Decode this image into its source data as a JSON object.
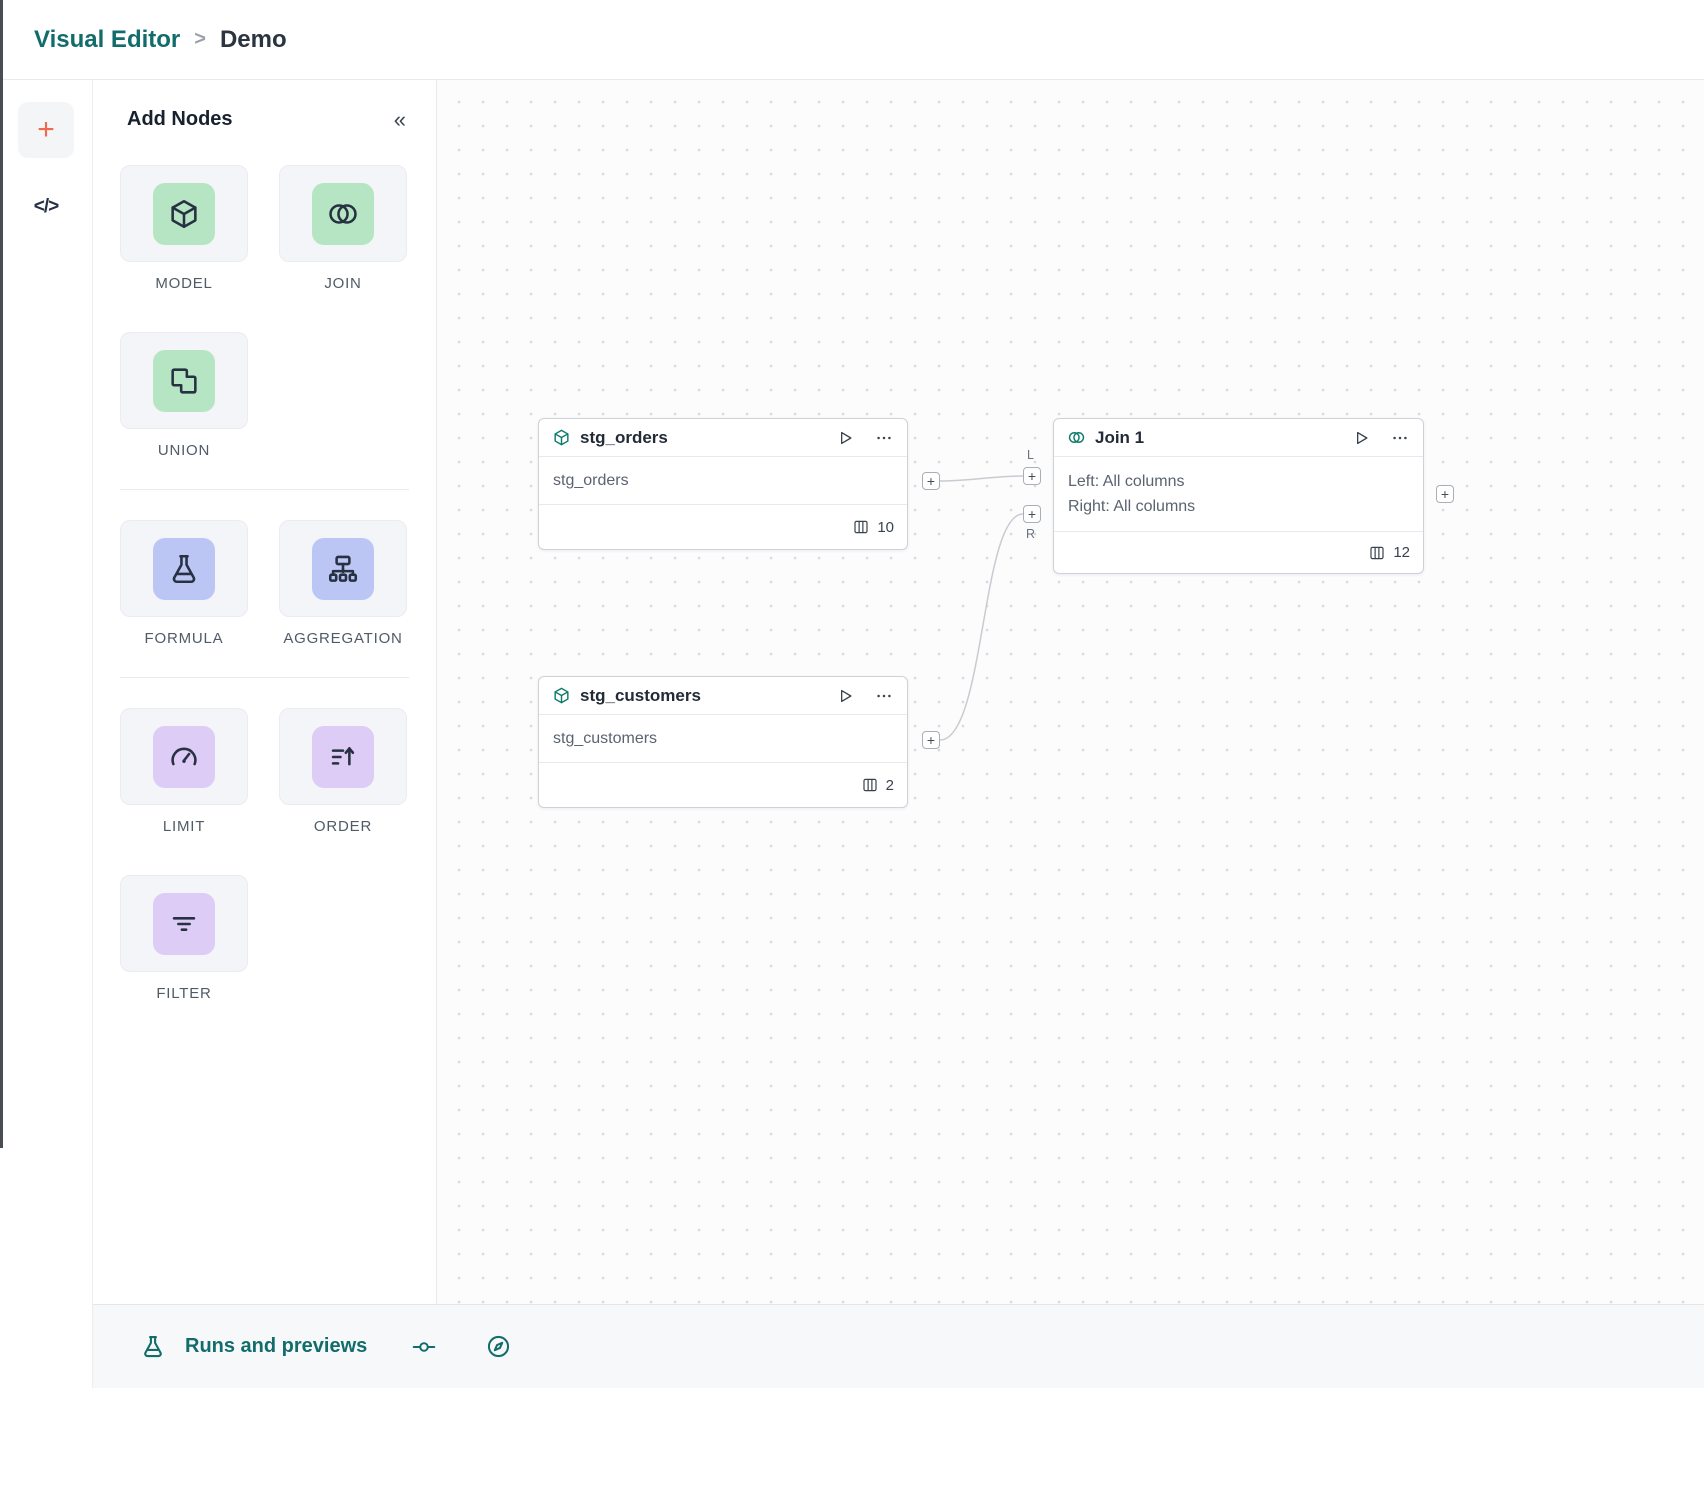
{
  "header": {
    "breadcrumb_app": "Visual Editor",
    "breadcrumb_separator": ">",
    "breadcrumb_page": "Demo"
  },
  "left_rail": {
    "add_button": "+",
    "code_button": "</>"
  },
  "add_nodes_panel": {
    "title": "Add Nodes",
    "collapse": "«",
    "groups": [
      {
        "items": [
          {
            "label": "MODEL",
            "icon": "cube-icon",
            "tile_color": "#b5e5c2"
          },
          {
            "label": "JOIN",
            "icon": "join-circles-icon",
            "tile_color": "#b5e5c2"
          },
          {
            "label": "UNION",
            "icon": "union-squares-icon",
            "tile_color": "#b5e5c2"
          }
        ]
      },
      {
        "items": [
          {
            "label": "FORMULA",
            "icon": "flask-icon",
            "tile_color": "#bcc6f4"
          },
          {
            "label": "AGGREGATION",
            "icon": "aggregation-icon",
            "tile_color": "#bcc6f4"
          }
        ]
      },
      {
        "items": [
          {
            "label": "LIMIT",
            "icon": "gauge-icon",
            "tile_color": "#ddccf6"
          },
          {
            "label": "ORDER",
            "icon": "sort-icon",
            "tile_color": "#ddccf6"
          },
          {
            "label": "FILTER",
            "icon": "filter-icon",
            "tile_color": "#ddccf6"
          }
        ]
      }
    ]
  },
  "canvas": {
    "nodes": [
      {
        "title": "stg_orders",
        "body_lines": [
          "stg_orders"
        ],
        "columns_count": "10"
      },
      {
        "title": "stg_customers",
        "body_lines": [
          "stg_customers"
        ],
        "columns_count": "2"
      },
      {
        "title": "Join 1",
        "body_lines": [
          "Left: All columns",
          "Right: All columns"
        ],
        "columns_count": "12"
      }
    ],
    "handle_plus": "+",
    "left_handle_label": "L",
    "right_handle_label": "R"
  },
  "bottom_bar": {
    "runs_label": "Runs and previews"
  },
  "colors": {
    "accent_teal": "#136c6c",
    "accent_orange": "#ee6a4d",
    "tile_green": "#b5e5c2",
    "tile_blue": "#bcc6f4",
    "tile_purple": "#ddccf6"
  }
}
